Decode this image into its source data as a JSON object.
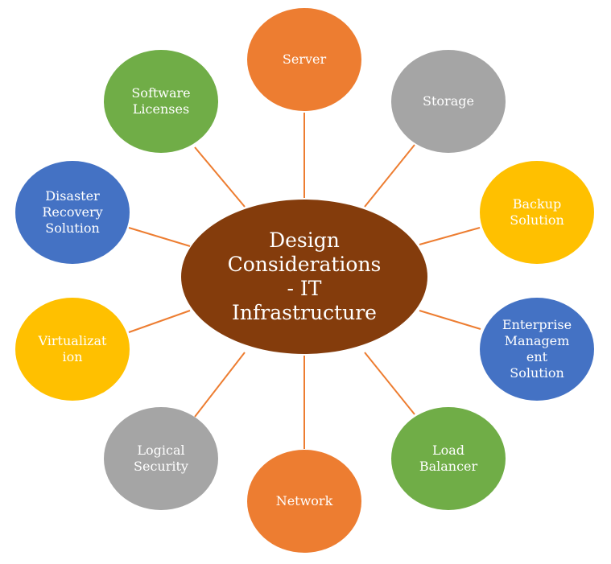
{
  "center": {
    "label": "Design\nConsiderations\n- IT\nInfrastructure",
    "color": "#843C0C"
  },
  "connector_color": "#ED7D31",
  "nodes": [
    {
      "label": "Server",
      "color": "#ED7D31"
    },
    {
      "label": "Storage",
      "color": "#A5A5A5"
    },
    {
      "label": "Backup\nSolution",
      "color": "#FFC000"
    },
    {
      "label": "Enterprise\nManagem\nent\nSolution",
      "color": "#4472C4"
    },
    {
      "label": "Load\nBalancer",
      "color": "#70AD47"
    },
    {
      "label": "Network",
      "color": "#ED7D31"
    },
    {
      "label": "Logical\nSecurity",
      "color": "#A5A5A5"
    },
    {
      "label": "Virtualizat\nion",
      "color": "#FFC000"
    },
    {
      "label": "Disaster\nRecovery\nSolution",
      "color": "#4472C4"
    },
    {
      "label": "Software\nLicenses",
      "color": "#70AD47"
    }
  ]
}
